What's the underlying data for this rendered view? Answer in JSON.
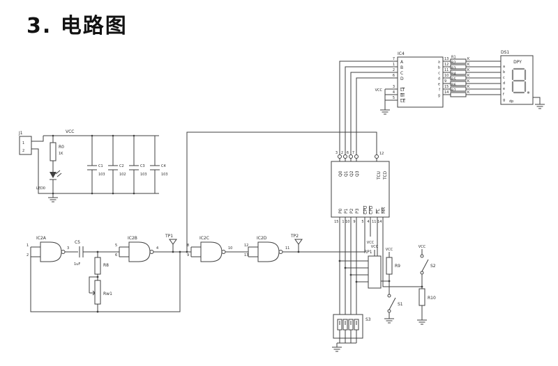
{
  "title": "3. 电路图",
  "left": {
    "j1": "J1",
    "j1_pin1": "1",
    "j1_pin2": "2",
    "vcc": "VCC",
    "r0": "R0",
    "r0_val": "1K",
    "led0": "LED0",
    "caps": [
      {
        "ref": "C1",
        "val": "103"
      },
      {
        "ref": "C2",
        "val": "102"
      },
      {
        "ref": "C3",
        "val": "103"
      },
      {
        "ref": "C4",
        "val": "103"
      }
    ]
  },
  "osc": {
    "ic2a": "IC2A",
    "ic2b": "IC2B",
    "ic2c": "IC2C",
    "ic2d": "IC2D",
    "c5": "C5",
    "c5_val": "1uF",
    "r8": "R8",
    "rw1": "Rw1",
    "tp1": "TP1",
    "tp2": "TP2",
    "a_in1": "1",
    "a_in2": "2",
    "a_out": "3",
    "b_in1": "5",
    "b_in2": "6",
    "b_out": "4",
    "c_in1": "8",
    "c_in2": "9",
    "c_out": "10",
    "d_in1": "12",
    "d_in2": "13",
    "d_out": "11"
  },
  "counter": {
    "outputs": [
      {
        "name": "Q0",
        "pin": "3"
      },
      {
        "name": "Q1",
        "pin": "2"
      },
      {
        "name": "Q2",
        "pin": "6"
      },
      {
        "name": "Q3",
        "pin": "7"
      }
    ],
    "tcu": "TCU",
    "tcu_pin": "12",
    "tcd": "TCD",
    "inputs": [
      {
        "name": "P0",
        "pin": "15"
      },
      {
        "name": "P1",
        "pin": "1"
      },
      {
        "name": "P2",
        "pin": "10"
      },
      {
        "name": "P3",
        "pin": "9"
      },
      {
        "name": "CPU",
        "pin": "5"
      },
      {
        "name": "CPD",
        "pin": "4"
      },
      {
        "name": "PL",
        "pin": "11"
      },
      {
        "name": "MR",
        "pin": "14"
      }
    ],
    "cpd_vcc": "VCC"
  },
  "decoder": {
    "ref": "IC4",
    "vcc": "VCC",
    "inputs": [
      {
        "name": "A",
        "pin": "7"
      },
      {
        "name": "B",
        "pin": "1"
      },
      {
        "name": "C",
        "pin": "2"
      },
      {
        "name": "D",
        "pin": "6"
      }
    ],
    "controls": [
      {
        "name": "LT",
        "pin": "3"
      },
      {
        "name": "BI",
        "pin": "4"
      },
      {
        "name": "LE",
        "pin": "5"
      }
    ],
    "outputs": [
      {
        "name": "a",
        "pin": "13"
      },
      {
        "name": "b",
        "pin": "12"
      },
      {
        "name": "c",
        "pin": "11"
      },
      {
        "name": "d",
        "pin": "10"
      },
      {
        "name": "e",
        "pin": "9"
      },
      {
        "name": "f",
        "pin": "15"
      },
      {
        "name": "g",
        "pin": "14"
      }
    ]
  },
  "rnet": [
    {
      "ref": "R1",
      "val": "K"
    },
    {
      "ref": "R2",
      "val": "K"
    },
    {
      "ref": "R3",
      "val": "K"
    },
    {
      "ref": "R4",
      "val": "K"
    },
    {
      "ref": "R5",
      "val": "K"
    },
    {
      "ref": "R6",
      "val": "K"
    },
    {
      "ref": "R7",
      "val": "K"
    }
  ],
  "display": {
    "ref": "DS1",
    "type": "DPY",
    "dp": "dp",
    "pins": [
      "a",
      "b",
      "c",
      "d",
      "e",
      "f",
      "g"
    ]
  },
  "bottom": {
    "rp1": "RP1",
    "rp1_vcc": "VCC",
    "r9": "R9",
    "r9_vcc": "VCC",
    "r10": "R10",
    "s1": "S1",
    "s2": "S2",
    "s2_vcc": "VCC",
    "s3": "S3"
  }
}
